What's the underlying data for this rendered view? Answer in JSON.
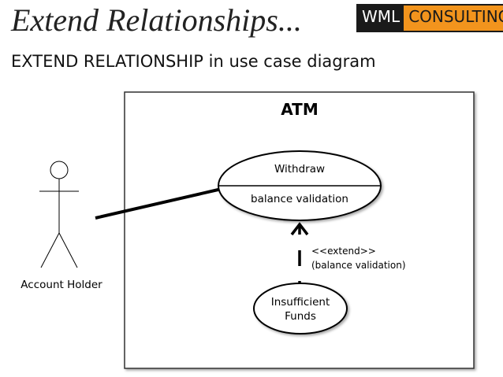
{
  "header": {
    "title": "Extend Relationships...",
    "logo_left": "WML",
    "logo_right": "CONSULTING",
    "subtitle": "EXTEND RELATIONSHIP in use case diagram"
  },
  "diagram": {
    "system_name": "ATM",
    "actor_label": "Account Holder",
    "base_use_case": {
      "name": "Withdraw",
      "extension_point": "balance validation"
    },
    "extending_use_case": {
      "line1": "Insufficient",
      "line2": "Funds"
    },
    "extend_stereotype": "<<extend>>",
    "extend_condition": "(balance validation)"
  },
  "colors": {
    "logo_dark": "#1a1a1a",
    "logo_accent": "#f2941d"
  }
}
